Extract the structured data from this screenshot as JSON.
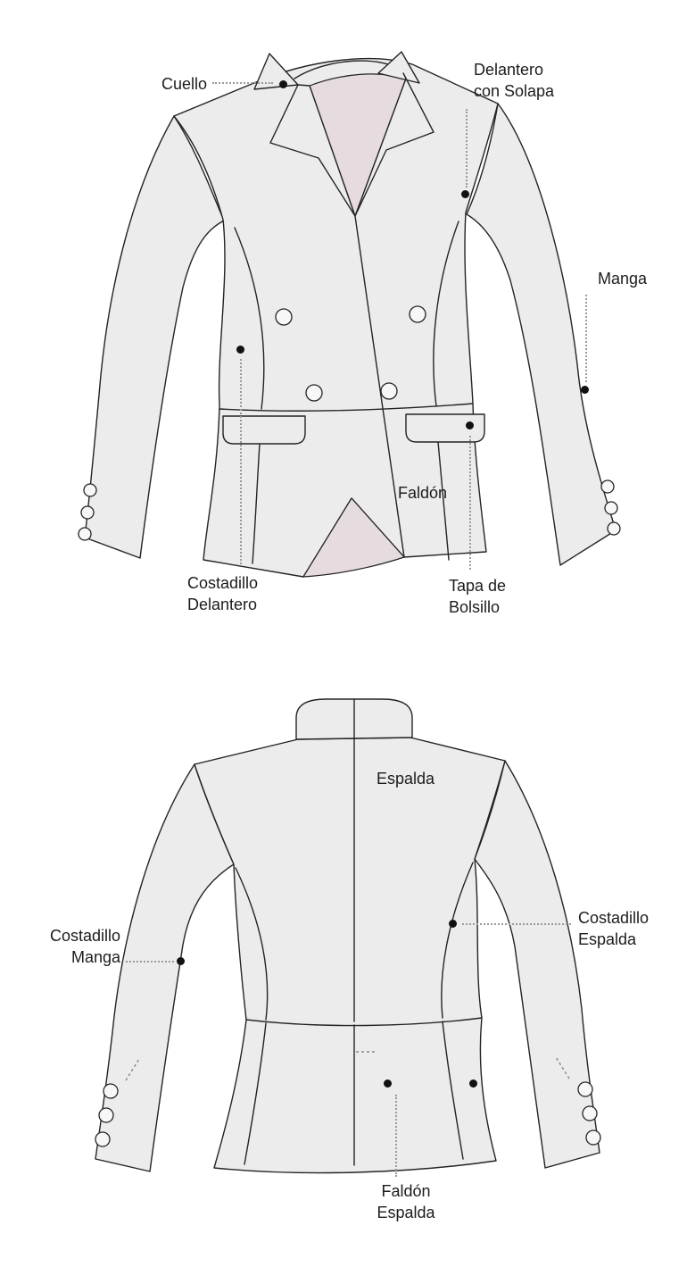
{
  "colors": {
    "garment_fill": "#ececec",
    "lining_fill": "#e6dbde",
    "outline": "#242424",
    "leader_line": "#9a9a9a",
    "marker_dot": "#111111",
    "label_text": "#1c1c1c",
    "background": "#ffffff"
  },
  "front": {
    "annotations": [
      {
        "id": "cuello",
        "text": "Cuello"
      },
      {
        "id": "delantero_con_solapa",
        "text": "Delantero\ncon Solapa"
      },
      {
        "id": "manga",
        "text": "Manga"
      },
      {
        "id": "costadillo_delantero",
        "text": "Costadillo\nDelantero"
      },
      {
        "id": "faldon",
        "text": "Faldón"
      },
      {
        "id": "tapa_de_bolsillo",
        "text": "Tapa de\nBolsillo"
      }
    ]
  },
  "back": {
    "annotations": [
      {
        "id": "espalda",
        "text": "Espalda"
      },
      {
        "id": "costadillo_espalda",
        "text": "Costadillo\nEspalda"
      },
      {
        "id": "costadillo_manga",
        "text": "Costadillo\nManga"
      },
      {
        "id": "faldon_espalda",
        "text": "Faldón\nEspalda"
      }
    ]
  }
}
